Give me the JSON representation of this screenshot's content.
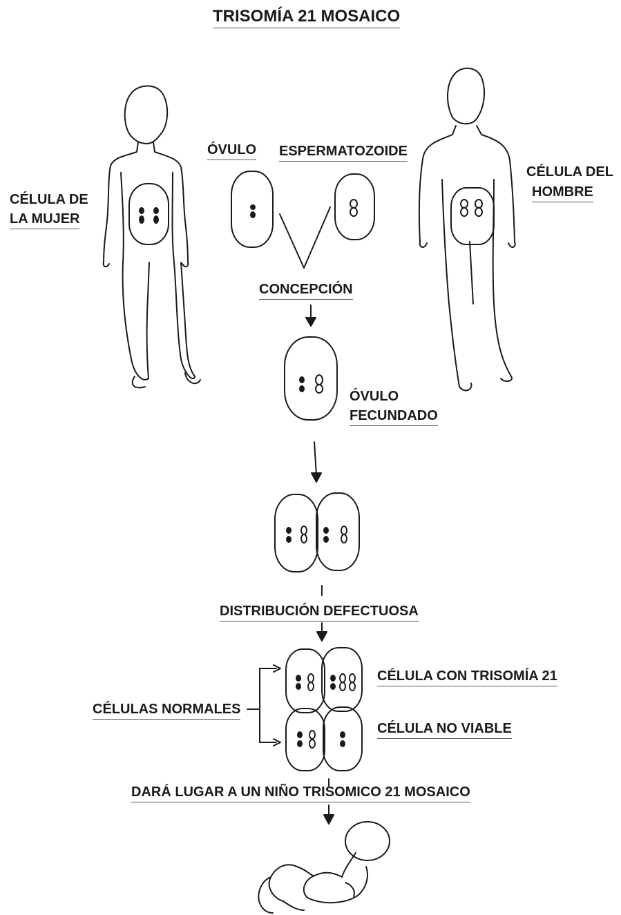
{
  "title": "TRISOMÍA 21 MOSAICO",
  "labels": {
    "woman_cell_line1": "CÉLULA DE",
    "woman_cell_line2": "LA MUJER",
    "ovum": "ÓVULO",
    "sperm": "ESPERMATOZOIDE",
    "man_cell_line1": "CÉLULA DEL",
    "man_cell_line2": "HOMBRE",
    "conception": "CONCEPCIÓN",
    "fertilized_line1": "ÓVULO",
    "fertilized_line2": "FECUNDADO",
    "faulty_distribution": "DISTRIBUCIÓN DEFECTUOSA",
    "trisomy_cell": "CÉLULA CON TRISOMÍA 21",
    "normal_cells": "CÉLULAS NORMALES",
    "nonviable_cell": "CÉLULA NO VIABLE",
    "outcome": "DARÁ LUGAR A UN NIÑO TRISOMICO 21 MOSAICO"
  },
  "colors": {
    "ink": "#1a1a1a",
    "background": "#ffffff"
  }
}
